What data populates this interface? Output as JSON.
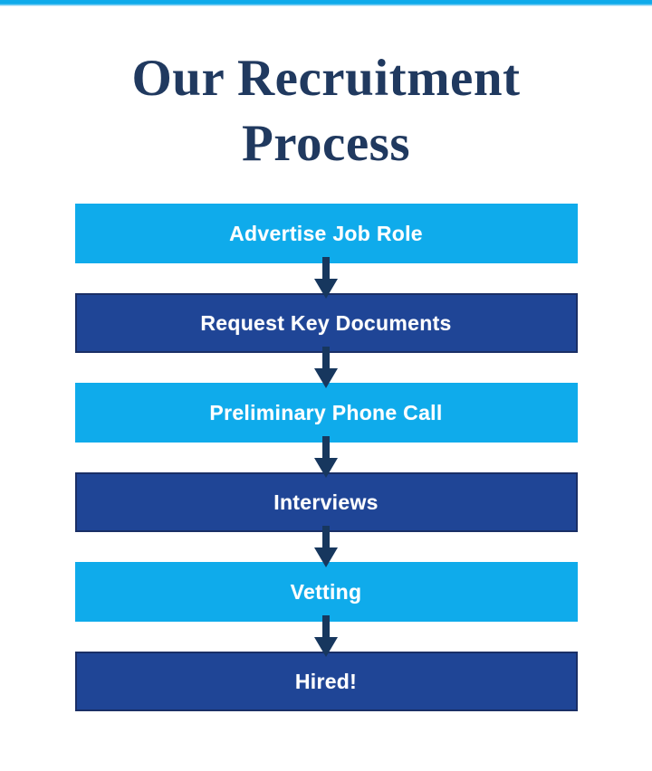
{
  "title": {
    "line1": "Our Recruitment",
    "line2": "Process"
  },
  "colors": {
    "light_blue": "#0fabeb",
    "dark_blue": "#1f4596",
    "dark_blue_border": "#1a2f66",
    "arrow": "#17375e",
    "title_text": "#20395f",
    "bar_text": "#ffffff",
    "background": "#ffffff"
  },
  "icons": {
    "connector": "arrow-down-icon"
  },
  "steps": [
    {
      "label": "Advertise Job Role",
      "variant": "light"
    },
    {
      "label": "Request Key Documents",
      "variant": "dark"
    },
    {
      "label": "Preliminary Phone Call",
      "variant": "light"
    },
    {
      "label": "Interviews",
      "variant": "dark"
    },
    {
      "label": "Vetting",
      "variant": "light"
    },
    {
      "label": "Hired!",
      "variant": "dark"
    }
  ]
}
